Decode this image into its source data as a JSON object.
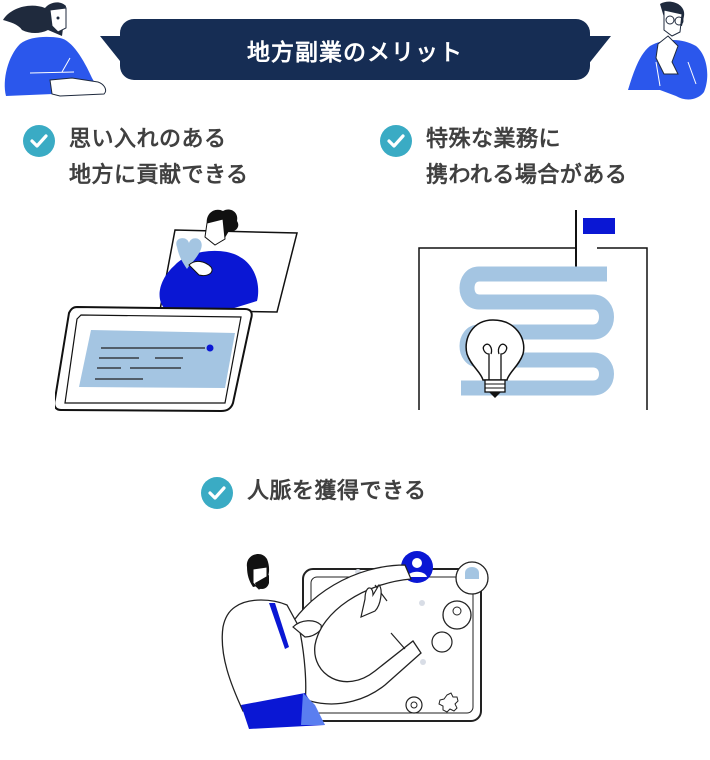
{
  "header": {
    "title": "地方副業のメリット",
    "banner_color": "#162d54"
  },
  "merits": [
    {
      "label": "思い入れのある\n地方に貢献できる",
      "icon": "check-circle-icon"
    },
    {
      "label": "特殊な業務に\n携われる場合がある",
      "icon": "check-circle-icon"
    },
    {
      "label": "人脈を獲得できる",
      "icon": "check-circle-icon"
    }
  ],
  "illustrations": {
    "left_character": "woman-pointing-illustration",
    "right_character": "man-thinking-illustration",
    "merit_1": "woman-holding-heart-over-tablet",
    "merit_2": "winding-road-lightbulb-flag",
    "merit_3": "man-with-magnet-attracting-people"
  },
  "colors": {
    "check": "#3aabc4",
    "text": "#404040",
    "accent_blue": "#0a17d4",
    "bright_blue": "#2b57ec",
    "light_blue": "#a4c5e2",
    "navy": "#162d54"
  }
}
